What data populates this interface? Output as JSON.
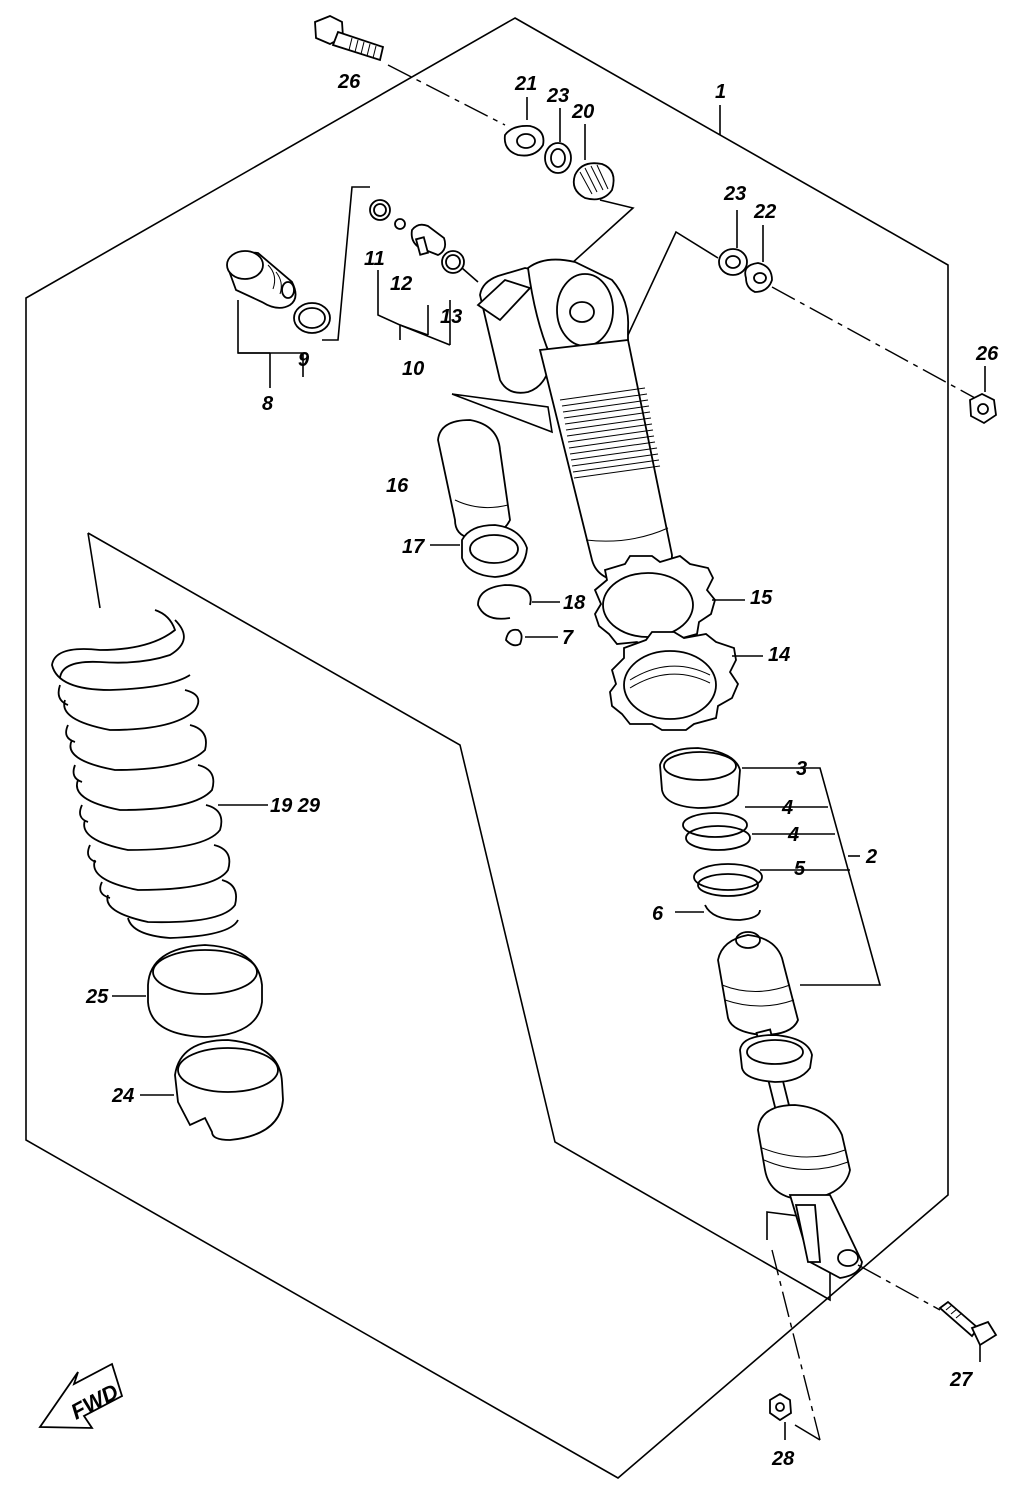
{
  "labels": {
    "p1": "1",
    "p2": "2",
    "p3": "3",
    "p4a": "4",
    "p4b": "4",
    "p5": "5",
    "p6": "6",
    "p7": "7",
    "p8": "8",
    "p9": "9",
    "p10": "10",
    "p11": "11",
    "p12": "12",
    "p13": "13",
    "p14": "14",
    "p15": "15",
    "p16": "16",
    "p17": "17",
    "p18": "18",
    "p1929": "19 29",
    "p20": "20",
    "p21": "21",
    "p22": "22",
    "p23a": "23",
    "p23b": "23",
    "p24": "24",
    "p25": "25",
    "p26": "26",
    "p26b": "26",
    "p27": "27",
    "p28": "28"
  },
  "fwd": "FWD"
}
